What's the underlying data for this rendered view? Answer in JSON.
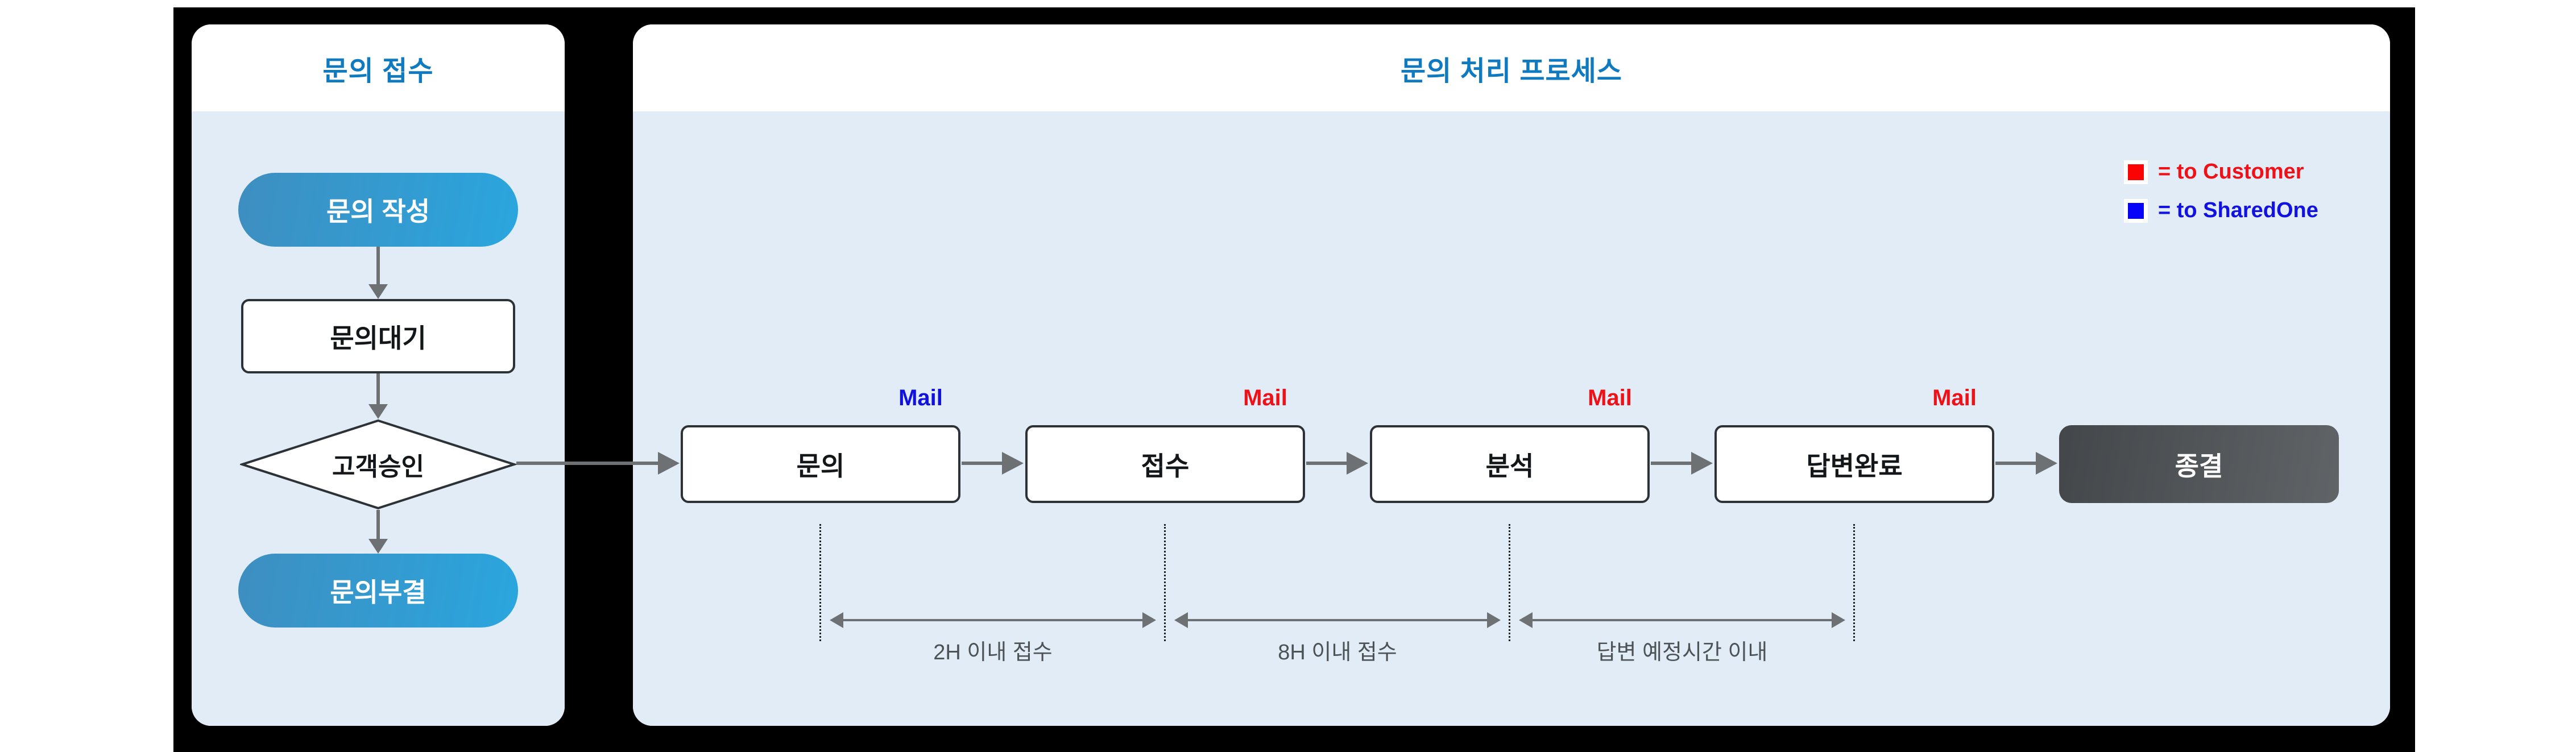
{
  "left_panel": {
    "title": "문의 접수",
    "nodes": {
      "start": "문의 작성",
      "wait": "문의대기",
      "decision": "고객승인",
      "reject": "문의부결"
    }
  },
  "right_panel": {
    "title": "문의 처리 프로세스",
    "legend": {
      "customer": "= to Customer",
      "sharedone": "= to SharedOne"
    },
    "steps": [
      "문의",
      "접수",
      "분석",
      "답변완료"
    ],
    "end_step": "종결",
    "mail_labels": [
      {
        "text": "Mail",
        "color": "blue"
      },
      {
        "text": "Mail",
        "color": "red"
      },
      {
        "text": "Mail",
        "color": "red"
      },
      {
        "text": "Mail",
        "color": "red"
      }
    ],
    "timings": [
      "2H 이내 접수",
      "8H 이내 접수",
      "답변 예정시간 이내"
    ]
  },
  "colors": {
    "accent": "#0f7abf",
    "panel_body": "#e1ecf7",
    "node_border": "#2d3237",
    "node_text": "#14171a",
    "arrow": "#6d7174",
    "dot": "#1c1f24",
    "pill_from": "#3e8ec0",
    "pill_to": "#2aa6de",
    "end_from": "#43474a",
    "end_to": "#606467",
    "mail_red": "#ee1117",
    "mail_blue": "#1111e0",
    "legend_red": "#fb0205",
    "legend_blue": "#0603f8",
    "timing_text": "#4d5257"
  }
}
